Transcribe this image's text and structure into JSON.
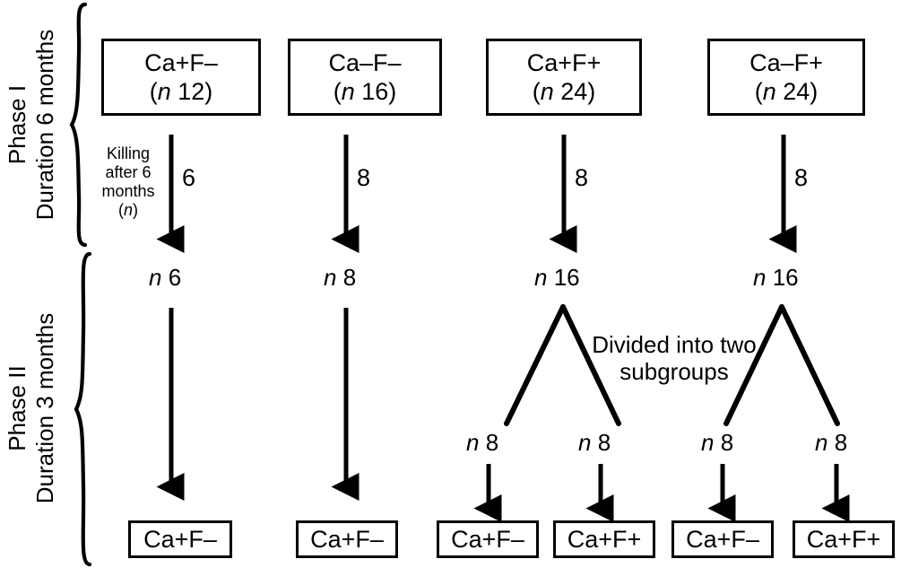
{
  "figure": {
    "type": "study-design-flowchart",
    "phases": [
      {
        "id": "phase-1",
        "title": "Phase I",
        "duration": "Duration 6 months",
        "brace": "left-curly-brace"
      },
      {
        "id": "phase-2",
        "title": "Phase II",
        "duration": "Duration 3 months",
        "brace": "left-curly-brace"
      }
    ],
    "killing_note": [
      "Killing",
      "after 6",
      "months",
      "(n)"
    ],
    "killing_note_italic_n": "n",
    "divided_note": [
      "Divided into two",
      "subgroups"
    ],
    "top_groups": [
      {
        "name": "Ca+F–",
        "n_prefix": "(",
        "n_italic": "n",
        "n_value": " 12)",
        "kill_count": "6",
        "survivors": {
          "italic": "n",
          "value": " 6"
        }
      },
      {
        "name": "Ca–F–",
        "n_prefix": "(",
        "n_italic": "n",
        "n_value": " 16)",
        "kill_count": "8",
        "survivors": {
          "italic": "n",
          "value": " 8"
        }
      },
      {
        "name": "Ca+F+",
        "n_prefix": "(",
        "n_italic": "n",
        "n_value": " 24)",
        "kill_count": "8",
        "survivors": {
          "italic": "n",
          "value": " 16"
        }
      },
      {
        "name": "Ca–F+",
        "n_prefix": "(",
        "n_italic": "n",
        "n_value": " 24)",
        "kill_count": "8",
        "survivors": {
          "italic": "n",
          "value": " 16"
        }
      }
    ],
    "subgroup_counts": [
      {
        "italic": "n",
        "value": " 8"
      },
      {
        "italic": "n",
        "value": " 8"
      },
      {
        "italic": "n",
        "value": " 8"
      },
      {
        "italic": "n",
        "value": " 8"
      }
    ],
    "bottom_boxes": [
      {
        "name": "Ca+F–"
      },
      {
        "name": "Ca+F–"
      },
      {
        "name": "Ca+F–"
      },
      {
        "name": "Ca+F+"
      },
      {
        "name": "Ca+F–"
      },
      {
        "name": "Ca+F+"
      }
    ],
    "colors": {
      "stroke": "#000000",
      "background": "#ffffff",
      "text": "#000000"
    }
  }
}
